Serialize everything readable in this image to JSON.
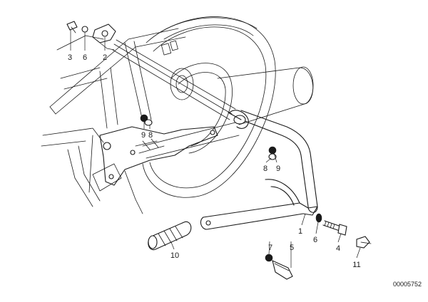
{
  "diagram": {
    "drawing_number": "00005752",
    "callouts": [
      {
        "id": "c3-top",
        "label": "3"
      },
      {
        "id": "c6-top",
        "label": "6"
      },
      {
        "id": "c2-top",
        "label": "2"
      },
      {
        "id": "c9-mid",
        "label": "9"
      },
      {
        "id": "c8-mid",
        "label": "8"
      },
      {
        "id": "c8-right",
        "label": "8"
      },
      {
        "id": "c9-right",
        "label": "9"
      },
      {
        "id": "c1",
        "label": "1"
      },
      {
        "id": "c6-right",
        "label": "6"
      },
      {
        "id": "c4",
        "label": "4"
      },
      {
        "id": "c7",
        "label": "7"
      },
      {
        "id": "c5",
        "label": "5"
      },
      {
        "id": "c10",
        "label": "10"
      },
      {
        "id": "c11",
        "label": "11"
      }
    ]
  }
}
